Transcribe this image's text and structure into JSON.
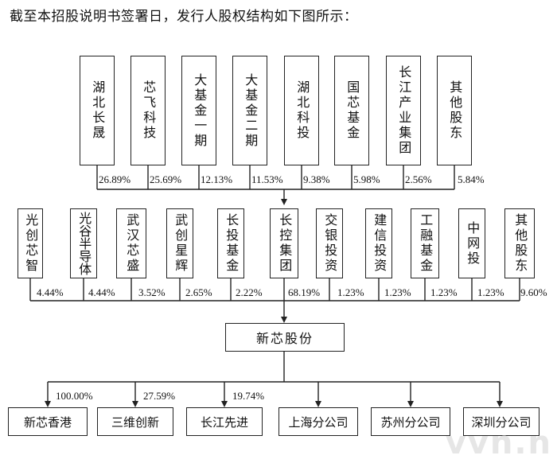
{
  "title": "截至本招股说明书签署日，发行人股权结构如下图所示：",
  "top_shareholders": [
    {
      "name": "湖北长晟",
      "pct": "26.89%"
    },
    {
      "name": "芯飞科技",
      "pct": "25.69%"
    },
    {
      "name": "大基金一期",
      "pct": "12.13%"
    },
    {
      "name": "大基金二期",
      "pct": "11.53%"
    },
    {
      "name": "湖北科投",
      "pct": "9.38%"
    },
    {
      "name": "国芯基金",
      "pct": "5.98%"
    },
    {
      "name": "长江产业集团",
      "pct": "2.56%"
    },
    {
      "name": "其他股东",
      "pct": "5.84%"
    }
  ],
  "mid_shareholders": [
    {
      "name": "光创芯智",
      "pct": "4.44%"
    },
    {
      "name": "光谷半导体",
      "pct": "4.44%"
    },
    {
      "name": "武汉芯盛",
      "pct": "3.52%"
    },
    {
      "name": "武创星辉",
      "pct": "2.65%"
    },
    {
      "name": "长投基金",
      "pct": "2.22%"
    },
    {
      "name": "长控集团",
      "pct": "68.19%"
    },
    {
      "name": "交银投资",
      "pct": "1.23%"
    },
    {
      "name": "建信投资",
      "pct": "1.23%"
    },
    {
      "name": "工融基金",
      "pct": "1.23%"
    },
    {
      "name": "中网投",
      "pct": "1.23%"
    },
    {
      "name": "其他股东",
      "pct": "9.60%"
    }
  ],
  "center": {
    "name": "新芯股份"
  },
  "subsidiaries": [
    {
      "name": "新芯香港",
      "pct": "100.00%"
    },
    {
      "name": "三维创新",
      "pct": "27.59%"
    },
    {
      "name": "长江先进",
      "pct": "19.74%"
    },
    {
      "name": "上海分公司",
      "pct": ""
    },
    {
      "name": "苏州分公司",
      "pct": ""
    },
    {
      "name": "深圳分公司",
      "pct": ""
    }
  ]
}
